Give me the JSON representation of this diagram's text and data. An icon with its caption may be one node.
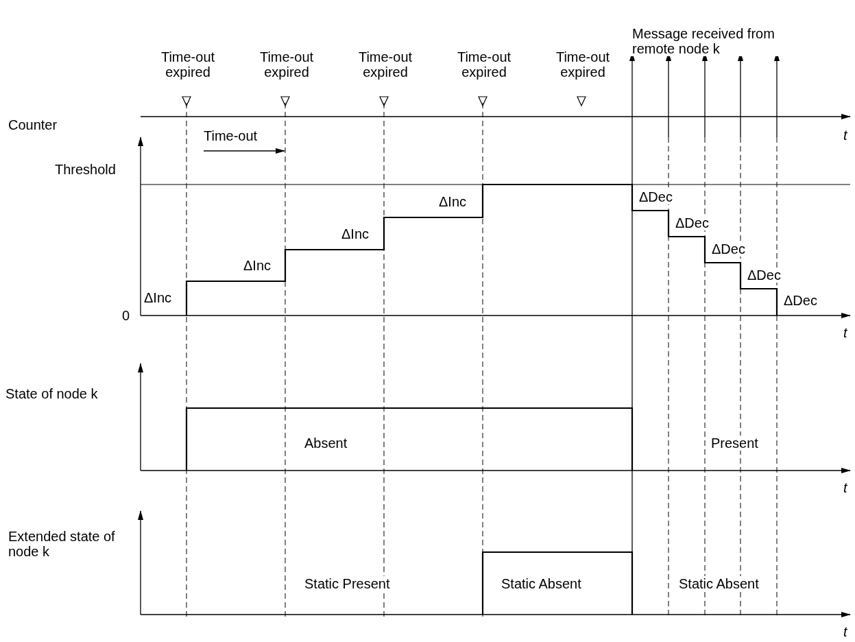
{
  "diagram": {
    "labels": [
      "Message received from remote node k",
      "Time-out expired",
      "Time-out expired",
      "Time-out expired",
      "Time-out expired",
      "Time-out expired",
      "Counter",
      "Time-out",
      "t",
      "Threshold",
      "ΔInc",
      "ΔInc",
      "ΔInc",
      "ΔInc",
      "ΔDec",
      "ΔDec",
      "ΔDec",
      "ΔDec",
      "ΔDec",
      "0",
      "t",
      "State of node k",
      "Absent",
      "Present",
      "t",
      "Extended state of node k",
      "Static Present",
      "Static Absent",
      "Static Absent",
      "t"
    ]
  }
}
